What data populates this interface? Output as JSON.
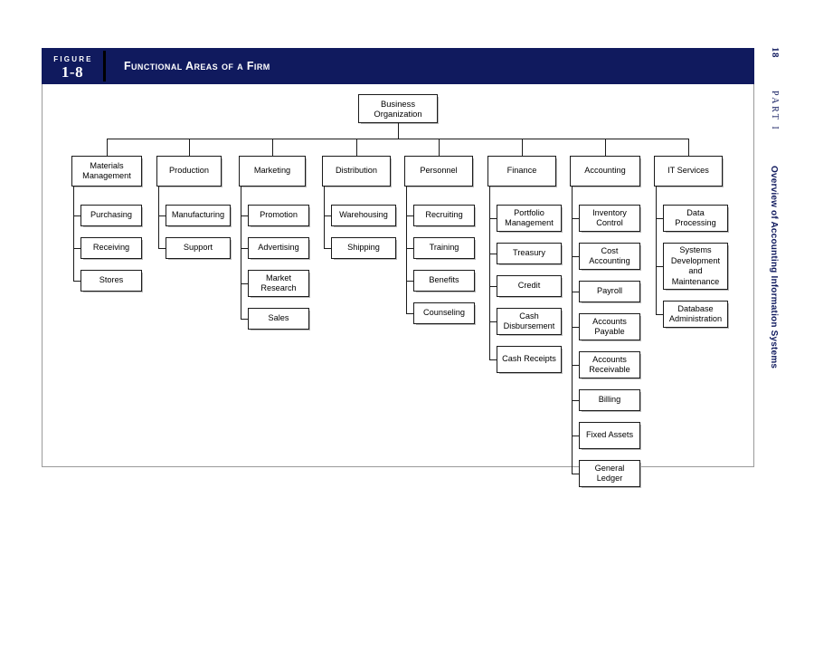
{
  "figure": {
    "label": "FIGURE",
    "number": "1-8",
    "title": "Functional Areas of a Firm"
  },
  "margin": {
    "page_number": "18",
    "part_label": "PART I",
    "running_head": "Overview of Accounting Information Systems"
  },
  "colors": {
    "header_bg": "#101a5e",
    "header_text": "#ffffff",
    "node_border": "#1a1a1a",
    "frame_border": "#9a9a9a",
    "margin_text": "#101a5e"
  },
  "chart_data": {
    "type": "diagram",
    "subtype": "organization-chart",
    "title": "Functional Areas of a Firm",
    "root": "Business Organization",
    "orientation": "top-down, second level branches to vertical child lists",
    "columns": [
      {
        "name": "Materials Management",
        "children": [
          "Purchasing",
          "Receiving",
          "Stores"
        ]
      },
      {
        "name": "Production",
        "children": [
          "Manufacturing",
          "Support"
        ]
      },
      {
        "name": "Marketing",
        "children": [
          "Promotion",
          "Advertising",
          "Market Research",
          "Sales"
        ]
      },
      {
        "name": "Distribution",
        "children": [
          "Warehousing",
          "Shipping"
        ]
      },
      {
        "name": "Personnel",
        "children": [
          "Recruiting",
          "Training",
          "Benefits",
          "Counseling"
        ]
      },
      {
        "name": "Finance",
        "children": [
          "Portfolio Management",
          "Treasury",
          "Credit",
          "Cash Disbursement",
          "Cash Receipts"
        ]
      },
      {
        "name": "Accounting",
        "children": [
          "Inventory Control",
          "Cost Accounting",
          "Payroll",
          "Accounts Payable",
          "Accounts Receivable",
          "Billing",
          "Fixed Assets",
          "General Ledger"
        ]
      },
      {
        "name": "IT Services",
        "children": [
          "Data Processing",
          "Systems Development and Maintenance",
          "Database Administration"
        ]
      }
    ]
  }
}
